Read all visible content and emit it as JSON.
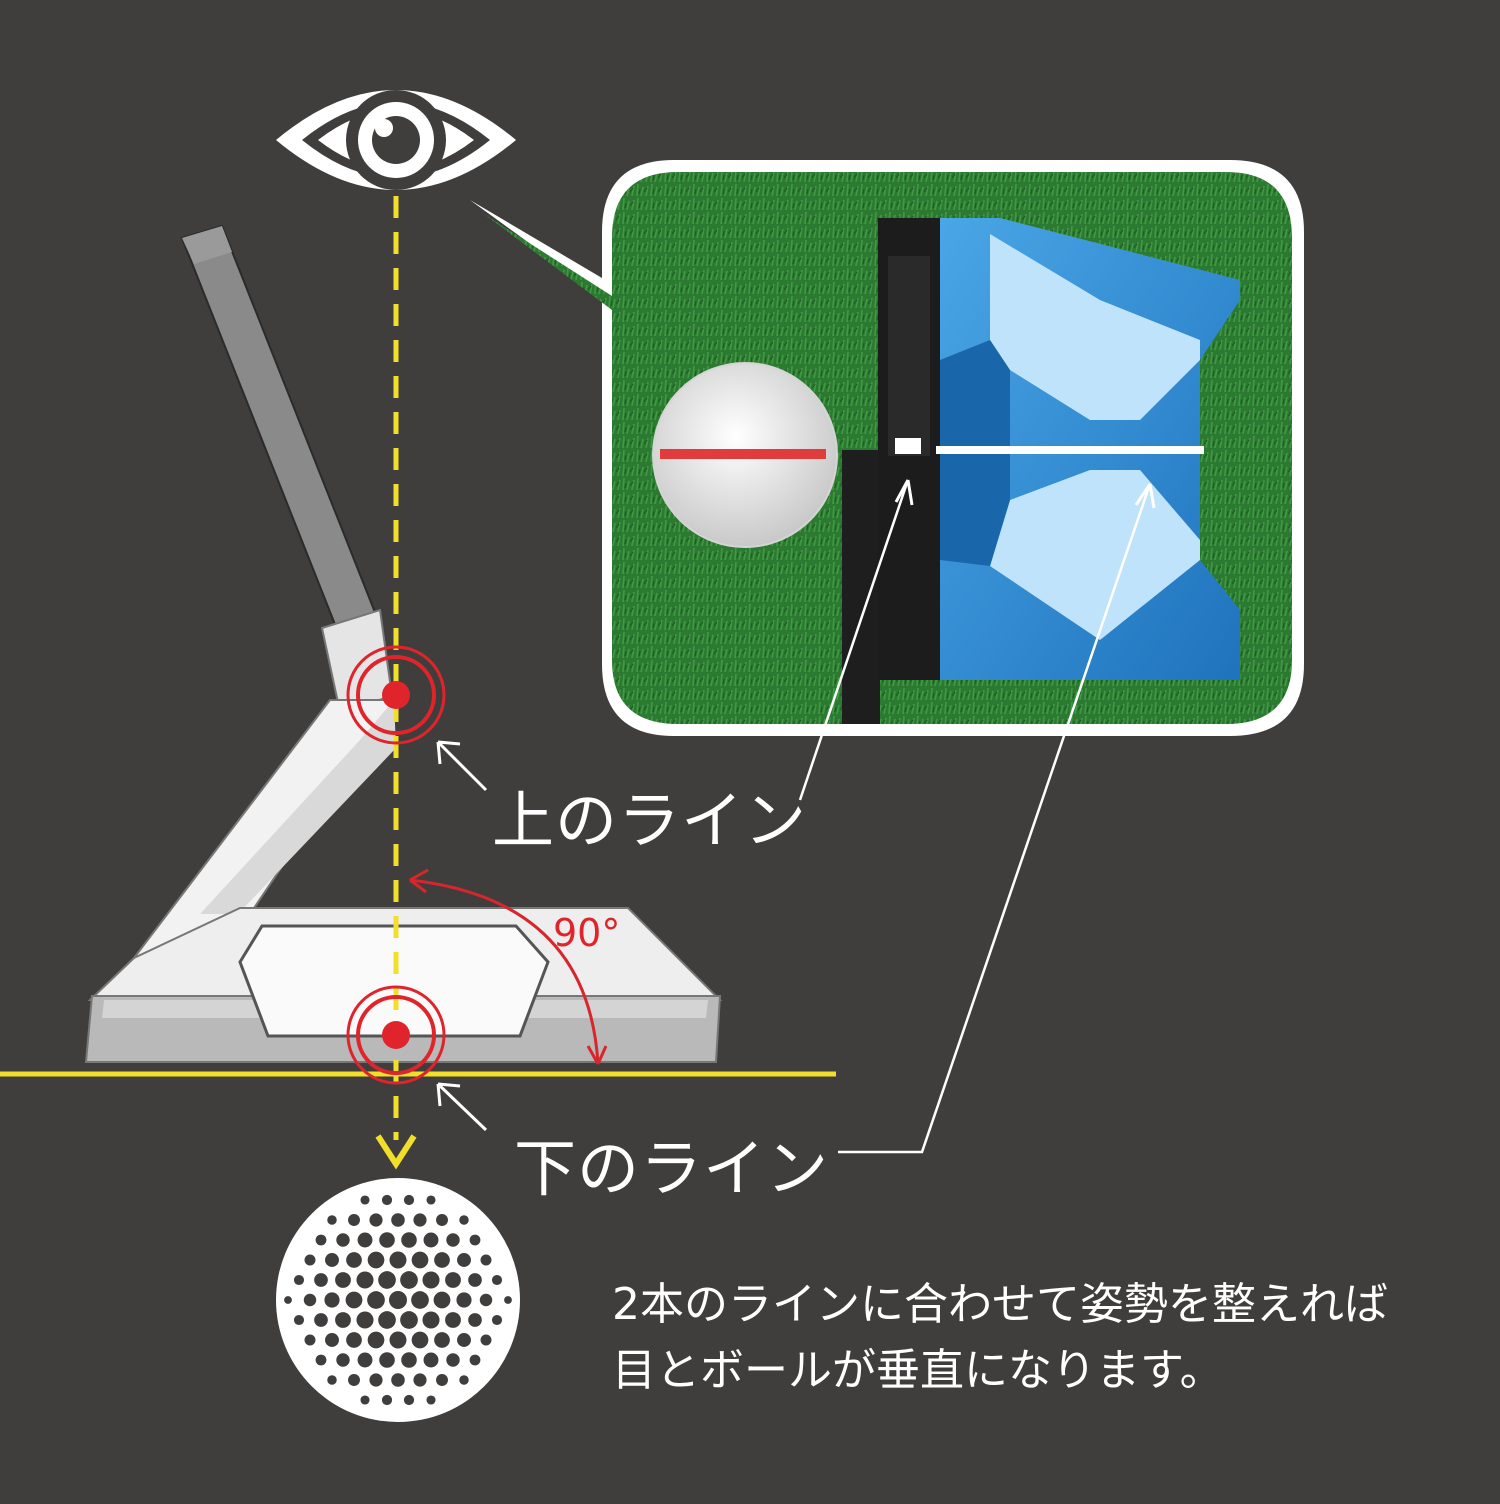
{
  "labels": {
    "upper_line": "上のライン",
    "lower_line": "下のライン",
    "angle": "90°"
  },
  "caption": {
    "line1": "2本のラインに合わせて姿勢を整えれば",
    "line2": "目とボールが垂直になります。"
  },
  "colors": {
    "background": "#403d3d",
    "guide_yellow": "#f2df2a",
    "target_red": "#e0242b",
    "grass_green": "#2f7d34",
    "putter_blue": "#2f8fd6"
  },
  "icons": {
    "eye": "eye-icon",
    "ball": "golf-ball-icon",
    "target_upper": "target-icon",
    "target_lower": "target-icon"
  }
}
